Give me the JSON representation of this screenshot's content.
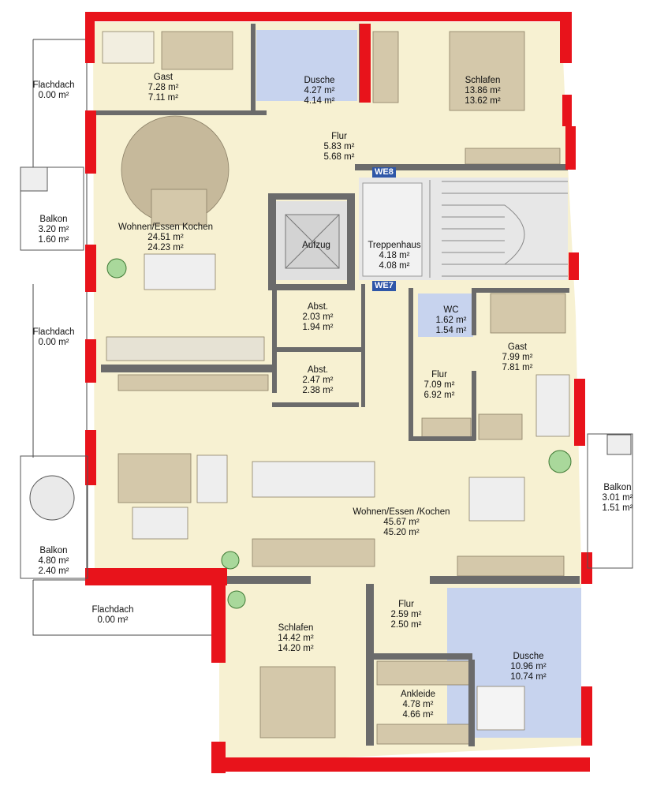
{
  "plan_title": "",
  "stair_markers": [
    "WE8",
    "WE7"
  ],
  "rooms": [
    {
      "id": "gast-top",
      "name": "Gast",
      "area1": "7.28 m²",
      "area2": "7.11 m²"
    },
    {
      "id": "dusche-top",
      "name": "Dusche",
      "area1": "4.27 m²",
      "area2": "4.14 m²"
    },
    {
      "id": "schlafen-top",
      "name": "Schlafen",
      "area1": "13.86 m²",
      "area2": "13.62 m²"
    },
    {
      "id": "flur-top",
      "name": "Flur",
      "area1": "5.83 m²",
      "area2": "5.68 m²"
    },
    {
      "id": "wohnen-top",
      "name": "Wohnen/Essen Kochen",
      "area1": "24.51 m²",
      "area2": "24.23 m²"
    },
    {
      "id": "aufzug",
      "name": "Aufzug",
      "area1": "",
      "area2": ""
    },
    {
      "id": "treppenhaus",
      "name": "Treppenhaus",
      "area1": "4.18 m²",
      "area2": "4.08 m²"
    },
    {
      "id": "abst-1",
      "name": "Abst.",
      "area1": "2.03 m²",
      "area2": "1.94 m²"
    },
    {
      "id": "wc",
      "name": "WC",
      "area1": "1.62 m²",
      "area2": "1.54 m²"
    },
    {
      "id": "gast-mid",
      "name": "Gast",
      "area1": "7.99 m²",
      "area2": "7.81 m²"
    },
    {
      "id": "abst-2",
      "name": "Abst.",
      "area1": "2.47 m²",
      "area2": "2.38 m²"
    },
    {
      "id": "flur-mid",
      "name": "Flur",
      "area1": "7.09 m²",
      "area2": "6.92 m²"
    },
    {
      "id": "wohnen-bottom",
      "name": "Wohnen/Essen /Kochen",
      "area1": "45.67 m²",
      "area2": "45.20 m²"
    },
    {
      "id": "flur-bottom",
      "name": "Flur",
      "area1": "2.59 m²",
      "area2": "2.50 m²"
    },
    {
      "id": "schlafen-bottom",
      "name": "Schlafen",
      "area1": "14.42 m²",
      "area2": "14.20 m²"
    },
    {
      "id": "dusche-bottom",
      "name": "Dusche",
      "area1": "10.96 m²",
      "area2": "10.74 m²"
    },
    {
      "id": "ankleide",
      "name": "Ankleide",
      "area1": "4.78 m²",
      "area2": "4.66 m²"
    }
  ],
  "outside": [
    {
      "id": "flachdach-1",
      "name": "Flachdach",
      "area": "0.00 m²"
    },
    {
      "id": "balkon-1",
      "name": "Balkon",
      "area1": "3.20 m²",
      "area2": "1.60 m²"
    },
    {
      "id": "flachdach-2",
      "name": "Flachdach",
      "area": "0.00 m²"
    },
    {
      "id": "balkon-2",
      "name": "Balkon",
      "area1": "4.80 m²",
      "area2": "2.40 m²"
    },
    {
      "id": "flachdach-3",
      "name": "Flachdach",
      "area": "0.00 m²"
    },
    {
      "id": "balkon-3",
      "name": "Balkon",
      "area1": "3.01 m²",
      "area2": "1.51 m²"
    }
  ],
  "colors": {
    "floor": "#f7f1d2",
    "outer_wall": "#e8131b",
    "inner_wall": "#6b6b6b",
    "stair": "#e3e3e3",
    "bath_tile": "#c7d3ee",
    "furniture": "#c9bfa5"
  }
}
